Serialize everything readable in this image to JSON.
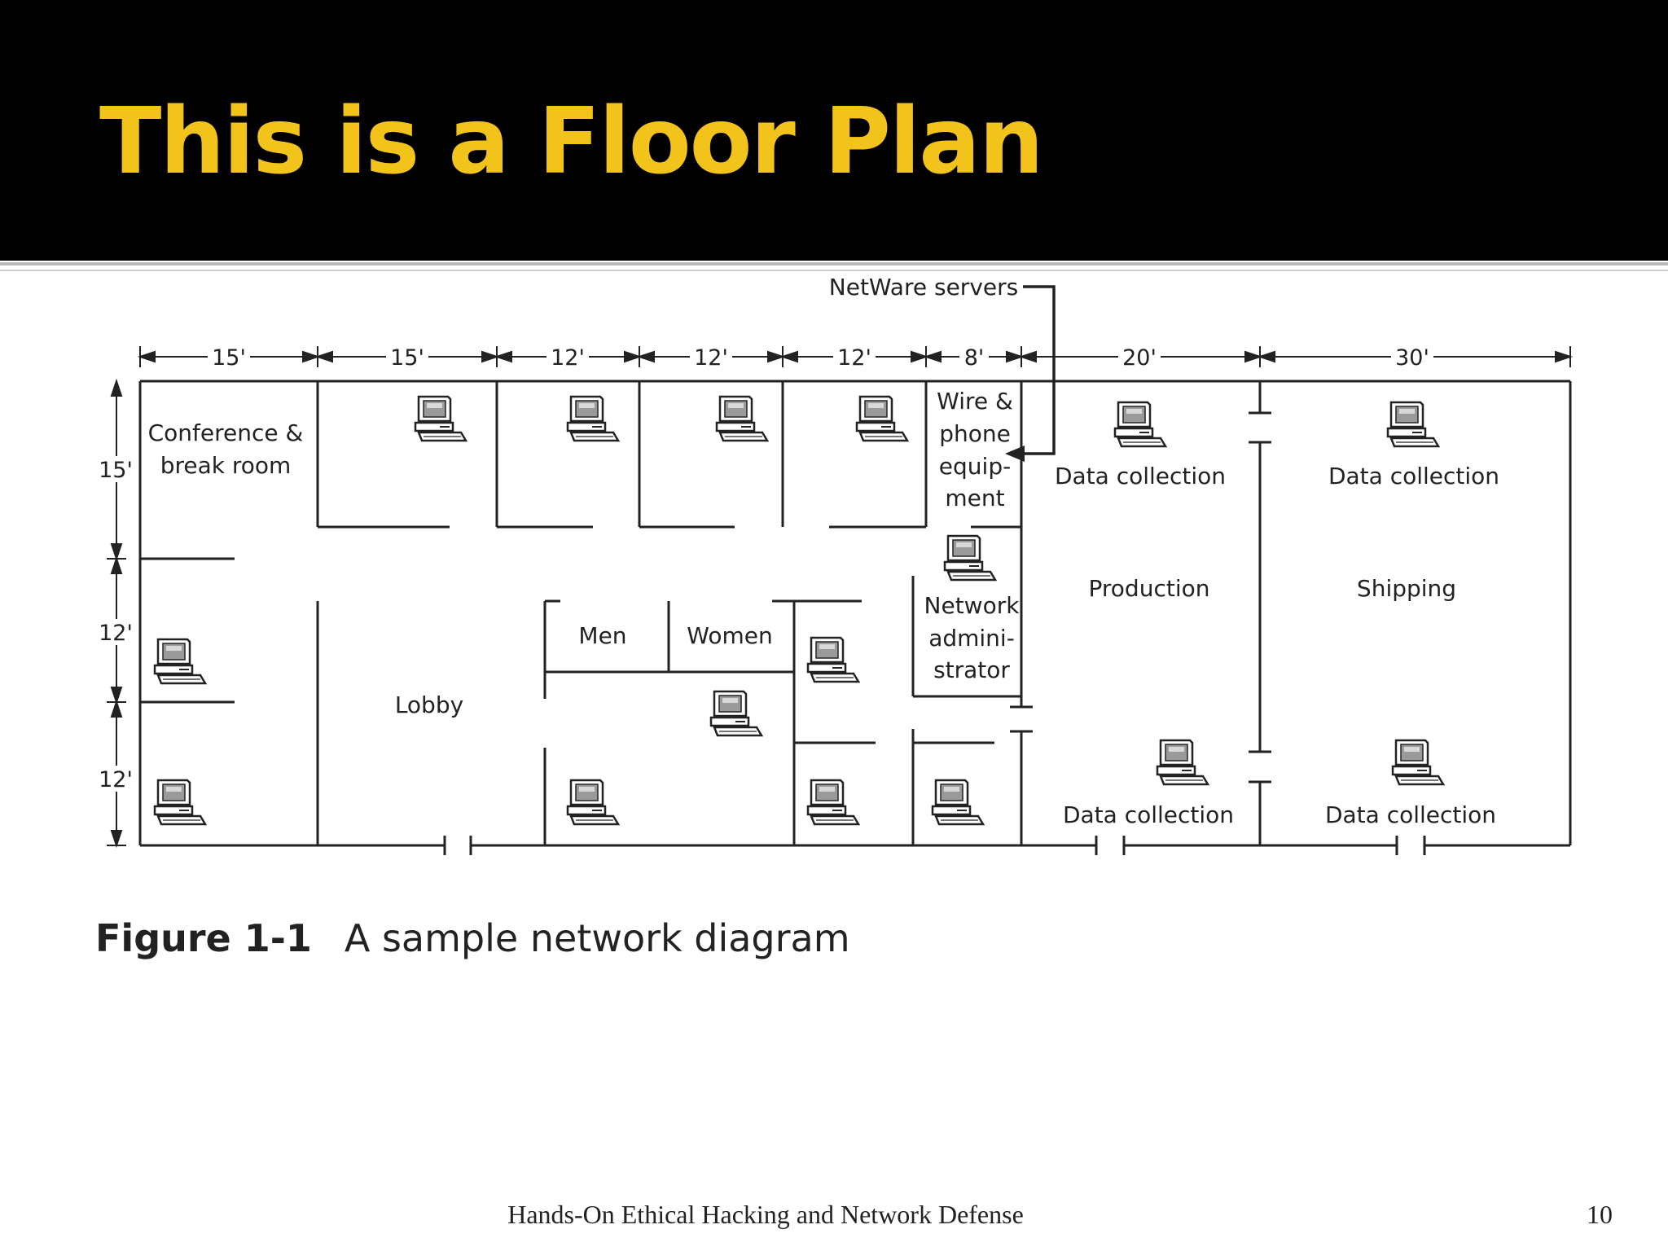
{
  "slide": {
    "title": "This is a Floor Plan",
    "title_color": "#f2c31b",
    "footer": "Hands-On Ethical Hacking and Network Defense",
    "page_number": "10"
  },
  "figure": {
    "number": "Figure 1-1",
    "caption": "A sample network diagram"
  },
  "floor_plan": {
    "callout": "NetWare servers",
    "top_dimensions": [
      "15'",
      "15'",
      "12'",
      "12'",
      "12'",
      "8'",
      "20'",
      "30'"
    ],
    "left_dimensions": [
      "15'",
      "12'",
      "12'"
    ],
    "room_labels": {
      "conference": [
        "Conference &",
        "break room"
      ],
      "wire_phone": [
        "Wire &",
        "phone",
        "equip-",
        "ment"
      ],
      "network_admin": [
        "Network",
        "admini-",
        "strator"
      ],
      "lobby": "Lobby",
      "men": "Men",
      "women": "Women",
      "production": "Production",
      "shipping": "Shipping",
      "data_collection": "Data collection"
    },
    "computer_icon": "desktop-computer-icon"
  }
}
